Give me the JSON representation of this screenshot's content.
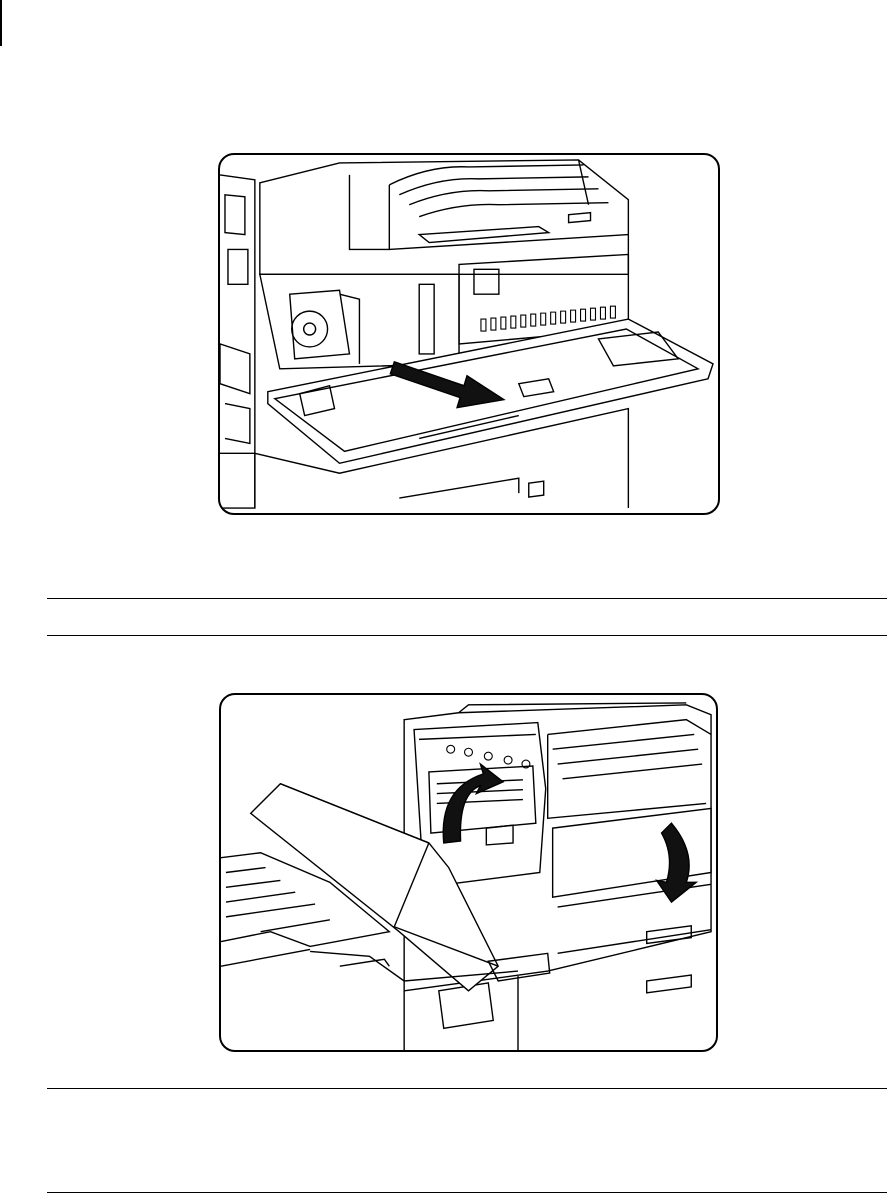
{
  "page": {
    "figures": [
      {
        "id": "fig1",
        "icon": "printer-top-cover-open-arrow-illustration"
      },
      {
        "id": "fig2",
        "icon": "printer-finisher-door-arrows-illustration"
      }
    ],
    "colors": {
      "ink": "#000000",
      "paper": "#ffffff",
      "arrow_fill": "#111111"
    }
  }
}
